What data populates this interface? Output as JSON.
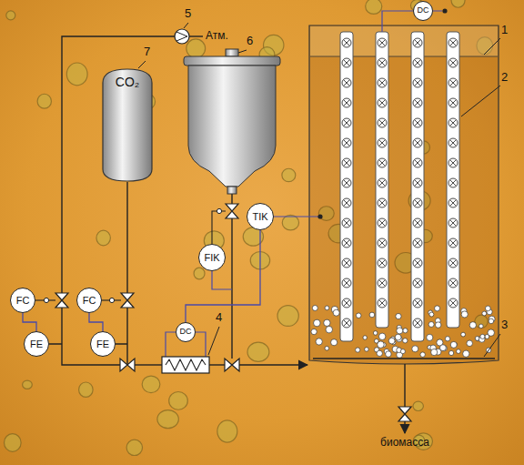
{
  "diagram": {
    "nodes": [
      {
        "text": [
          "DC"
        ]
      },
      {
        "text": [
          "CO₂"
        ]
      },
      {
        "text": [
          "TIK"
        ]
      },
      {
        "text": [
          "FIK"
        ]
      },
      {
        "text": [
          "FC"
        ]
      },
      {
        "text": [
          "FC"
        ]
      },
      {
        "text": [
          "DC"
        ]
      },
      {
        "text": [
          "FE"
        ]
      },
      {
        "text": [
          "FE"
        ]
      }
    ],
    "edges": [
      {
        "from": 4,
        "to": 7,
        "arrow": "none"
      },
      {
        "from": 5,
        "to": 8,
        "arrow": "none"
      },
      {
        "from": 2,
        "to": 6,
        "arrow": "none"
      }
    ],
    "labels": [
      "1",
      "2",
      "3",
      "4",
      "5",
      "6",
      "7",
      "Атм.",
      "биомасса"
    ]
  }
}
